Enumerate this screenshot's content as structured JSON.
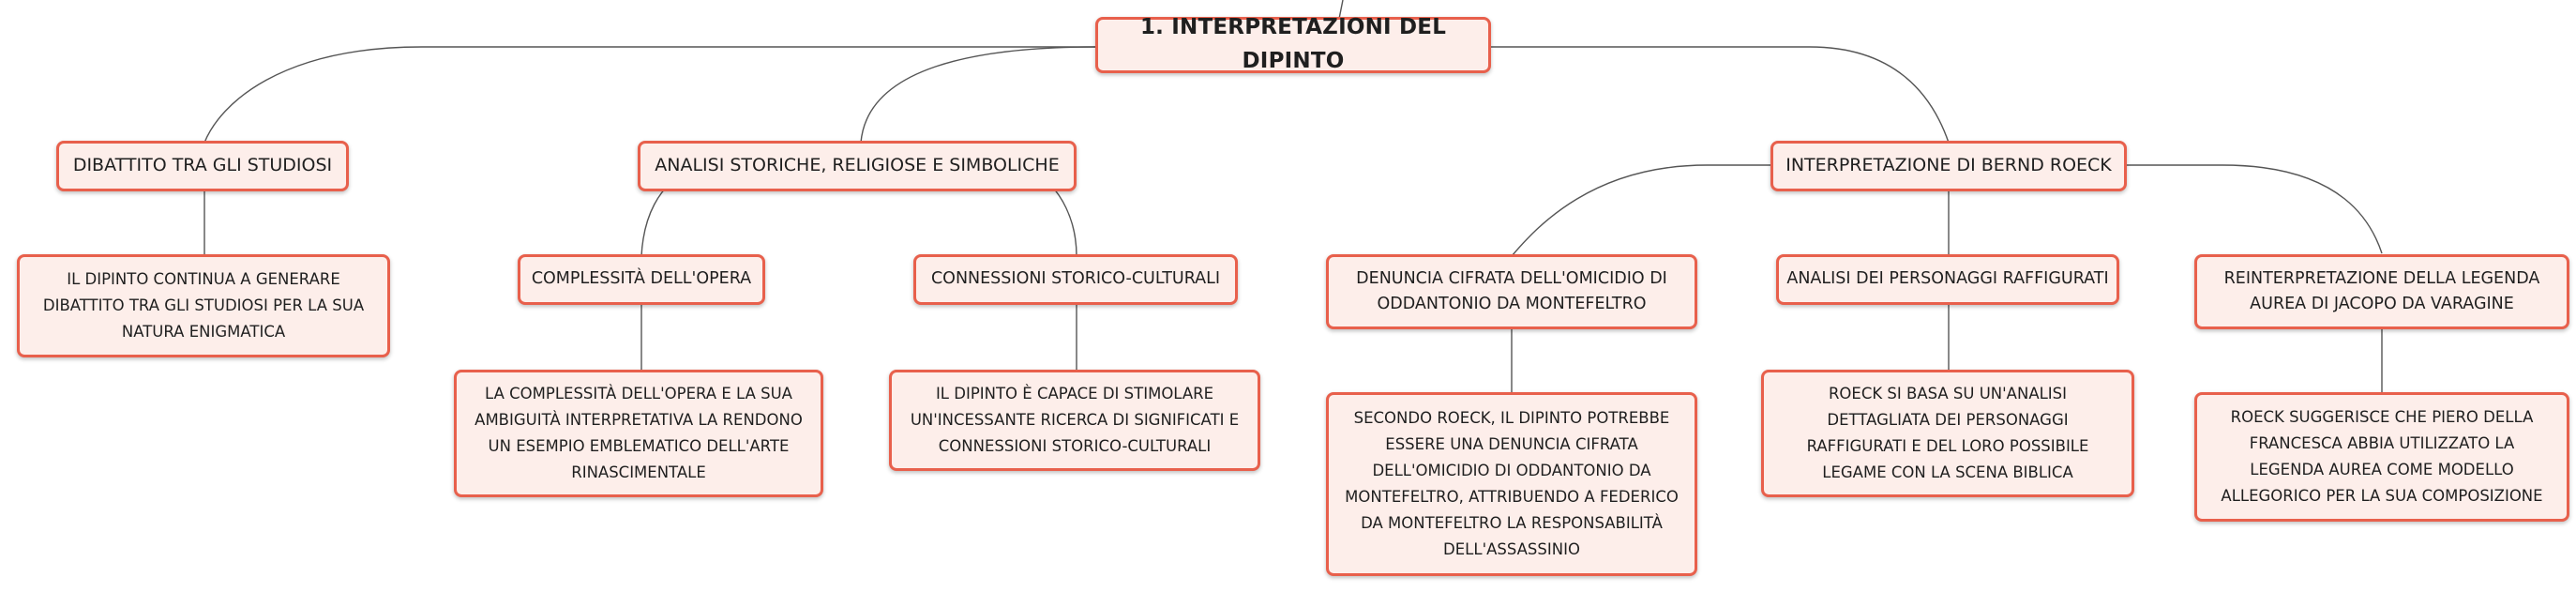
{
  "title": "1. INTERPRETAZIONI DEL DIPINTO",
  "branches": {
    "dibattito": {
      "label": "DIBATTITO TRA GLI STUDIOSI",
      "detail": "IL DIPINTO CONTINUA A GENERARE DIBATTITO TRA GLI STUDIOSI PER LA SUA NATURA ENIGMATICA"
    },
    "analisi": {
      "label": "ANALISI STORICHE, RELIGIOSE E SIMBOLICHE",
      "complessita": {
        "label": "COMPLESSITÀ DELL'OPERA",
        "detail": "LA COMPLESSITÀ DELL'OPERA E LA SUA AMBIGUITÀ INTERPRETATIVA LA RENDONO UN ESEMPIO EMBLEMATICO DELL'ARTE RINASCIMENTALE"
      },
      "connessioni": {
        "label": "CONNESSIONI STORICO-CULTURALI",
        "detail": "IL DIPINTO È CAPACE DI STIMOLARE UN'INCESSANTE RICERCA DI SIGNIFICATI E CONNESSIONI STORICO-CULTURALI"
      }
    },
    "roeck": {
      "label": "INTERPRETAZIONE DI BERND ROECK",
      "denuncia": {
        "label": "DENUNCIA CIFRATA DELL'OMICIDIO DI ODDANTONIO DA MONTEFELTRO",
        "detail": "SECONDO ROECK, IL DIPINTO POTREBBE ESSERE UNA DENUNCIA CIFRATA DELL'OMICIDIO DI ODDANTONIO DA MONTEFELTRO, ATTRIBUENDO A FEDERICO DA MONTEFELTRO LA RESPONSABILITÀ DELL'ASSASSINIO"
      },
      "personaggi": {
        "label": "ANALISI DEI PERSONAGGI RAFFIGURATI",
        "detail": "ROECK SI BASA SU UN'ANALISI DETTAGLIATA DEI PERSONAGGI RAFFIGURATI E DEL LORO POSSIBILE LEGAME CON LA SCENA BIBLICA"
      },
      "legenda": {
        "label": "REINTERPRETAZIONE DELLA LEGENDA AUREA DI JACOPO DA VARAGINE",
        "detail": "ROECK SUGGERISCE CHE PIERO DELLA FRANCESCA ABBIA UTILIZZATO LA LEGENDA AUREA COME MODELLO ALLEGORICO PER LA SUA COMPOSIZIONE"
      }
    }
  },
  "colors": {
    "node_border": "#e8604c",
    "node_fill": "#fdeeea",
    "connector": "#555555"
  }
}
